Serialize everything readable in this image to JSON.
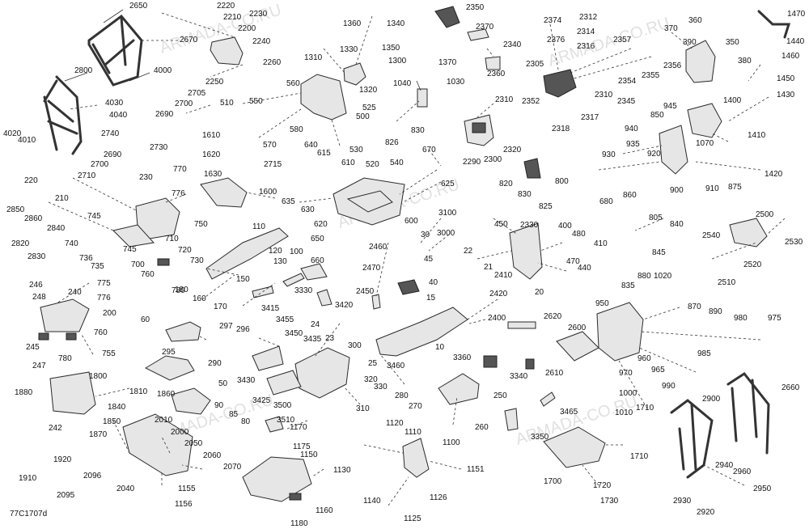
{
  "diagram_id": "77C1707d",
  "watermark": "ARMADA-CO.RU",
  "labels": {
    "l2650": "2650",
    "l2670": "2670",
    "l4000": "4000",
    "l2800": "2800",
    "l4030": "4030",
    "l4040": "4040",
    "l4020": "4020",
    "l4010": "4010",
    "l2740": "2740",
    "l2690": "2690",
    "l2700": "2700",
    "l2710": "2710",
    "l2730": "2730",
    "l770": "770",
    "l220": "220",
    "l230": "230",
    "l776a": "776",
    "l210": "210",
    "l2850": "2850",
    "l2860": "2860",
    "l2840": "2840",
    "l2820": "2820",
    "l2830": "2830",
    "l745a": "745",
    "l740": "740",
    "l745b": "745",
    "l736": "736",
    "l735": "735",
    "l750": "750",
    "l710": "710",
    "l720": "720",
    "l730": "730",
    "l700": "700",
    "l760a": "760",
    "l780a": "780",
    "l2220": "2220",
    "l2210": "2210",
    "l2230": "2230",
    "l2200": "2200",
    "l2240": "2240",
    "l2260": "2260",
    "l2250": "2250",
    "l2705": "2705",
    "l2700b": "2700",
    "l2690b": "2690",
    "l510": "510",
    "l550": "550",
    "l560": "560",
    "l1610": "1610",
    "l1620": "1620",
    "l1630": "1630",
    "l1600": "1600",
    "l570": "570",
    "l580": "580",
    "l530": "530",
    "l2715": "2715",
    "l640": "640",
    "l615": "615",
    "l610": "610",
    "l520": "520",
    "l540": "540",
    "l635": "635",
    "l630": "630",
    "l600": "600",
    "l620": "620",
    "l625": "625",
    "l1310": "1310",
    "l1330": "1330",
    "l1360": "1360",
    "l1340": "1340",
    "l1350": "1350",
    "l1300": "1300",
    "l1320": "1320",
    "l525": "525",
    "l500": "500",
    "l1040": "1040",
    "l1030": "1030",
    "l1370": "1370",
    "l2350": "2350",
    "l2370": "2370",
    "l2340": "2340",
    "l2360": "2360",
    "l2310": "2310",
    "l830": "830",
    "l826": "826",
    "l2320": "2320",
    "l2300": "2300",
    "l670": "670",
    "l2290": "2290",
    "l820": "820",
    "l800": "800",
    "l830b": "830",
    "l825": "825",
    "l2374": "2374",
    "l2312": "2312",
    "l2314": "2314",
    "l2376": "2376",
    "l2316": "2316",
    "l2305": "2305",
    "l2352": "2352",
    "l2310b": "2310",
    "l2345": "2345",
    "l2318": "2318",
    "l2317": "2317",
    "l2357": "2357",
    "l2356": "2356",
    "l2354": "2354",
    "l2355": "2355",
    "l360": "360",
    "l370": "370",
    "l390": "390",
    "l350": "350",
    "l380": "380",
    "l1470": "1470",
    "l1440": "1440",
    "l1460": "1460",
    "l1450": "1450",
    "l1430": "1430",
    "l1400": "1400",
    "l945": "945",
    "l850": "850",
    "l940": "940",
    "l1070": "1070",
    "l1410": "1410",
    "l935": "935",
    "l930": "930",
    "l920": "920",
    "l910": "910",
    "l860": "860",
    "l900": "900",
    "l875": "875",
    "l1420": "1420",
    "l680": "680",
    "l805": "805",
    "l840": "840",
    "l845": "845",
    "l2500": "2500",
    "l2540": "2540",
    "l2530": "2530",
    "l2520": "2520",
    "l2510": "2510",
    "l110": "110",
    "l100": "100",
    "l120": "120",
    "l130": "130",
    "l150": "150",
    "l180": "180",
    "l160": "160",
    "l170": "170",
    "l3330": "3330",
    "l3415": "3415",
    "l3420": "3420",
    "l650": "650",
    "l660": "660",
    "l3100": "3100",
    "l30": "30",
    "l3000": "3000",
    "l45": "45",
    "l2460": "2460",
    "l2470": "2470",
    "l40": "40",
    "l15": "15",
    "l2450": "2450",
    "l450": "450",
    "l2330": "2330",
    "l400": "400",
    "l480": "480",
    "l22": "22",
    "l21": "21",
    "l410": "410",
    "l470": "470",
    "l440": "440",
    "l2410": "2410",
    "l20": "20",
    "l2420": "2420",
    "l246": "246",
    "l775": "775",
    "l248": "248",
    "l240": "240",
    "l776b": "776",
    "l200": "200",
    "l245": "245",
    "l760b": "760",
    "l780b": "780",
    "l247": "247",
    "l755": "755",
    "l60": "60",
    "l297": "297",
    "l296": "296",
    "l295": "295",
    "l290": "290",
    "l3455": "3455",
    "l3450": "3450",
    "l3435": "3435",
    "l24": "24",
    "l23": "23",
    "l3430": "3430",
    "l300": "300",
    "l3425": "3425",
    "l25": "25",
    "l3460": "3460",
    "l10": "10",
    "l2400": "2400",
    "l2620": "2620",
    "l2600": "2600",
    "l3360": "3360",
    "l3340": "3340",
    "l2610": "2610",
    "l320": "320",
    "l330": "330",
    "l280": "280",
    "l270": "270",
    "l250": "250",
    "l310": "310",
    "l260": "260",
    "l3465": "3465",
    "l1880": "1880",
    "l1800": "1800",
    "l1810": "1810",
    "l1840": "1840",
    "l242": "242",
    "l1860": "1860",
    "l50": "50",
    "l90": "90",
    "l85": "85",
    "l80": "80",
    "l1850": "1850",
    "l2010": "2010",
    "l2000": "2000",
    "l1870": "1870",
    "l2050": "2050",
    "l2060": "2060",
    "l1920": "1920",
    "l2096": "2096",
    "l1910": "1910",
    "l2095": "2095",
    "l2040": "2040",
    "l2070": "2070",
    "l1155": "1155",
    "l1156": "1156",
    "l3500": "3500",
    "l3510": "3510",
    "l1170": "1170",
    "l1175": "1175",
    "l1150": "1150",
    "l1130": "1130",
    "l1160": "1160",
    "l1180": "1180",
    "l1120": "1120",
    "l1110": "1110",
    "l1100": "1100",
    "l1151": "1151",
    "l1140": "1140",
    "l1126": "1126",
    "l1125": "1125",
    "l3350": "3350",
    "l1700": "1700",
    "l1720": "1720",
    "l1730": "1730",
    "l1710a": "1710",
    "l880": "880",
    "l1020": "1020",
    "l835": "835",
    "l950": "950",
    "l870": "870",
    "l890": "890",
    "l975": "975",
    "l980": "980",
    "l985": "985",
    "l960": "960",
    "l965": "965",
    "l970": "970",
    "l990": "990",
    "l1000": "1000",
    "l1010": "1010",
    "l1710b": "1710",
    "l2900": "2900",
    "l2660": "2660",
    "l2940": "2940",
    "l2960": "2960",
    "l2950": "2950",
    "l2930": "2930",
    "l2920": "2920"
  }
}
